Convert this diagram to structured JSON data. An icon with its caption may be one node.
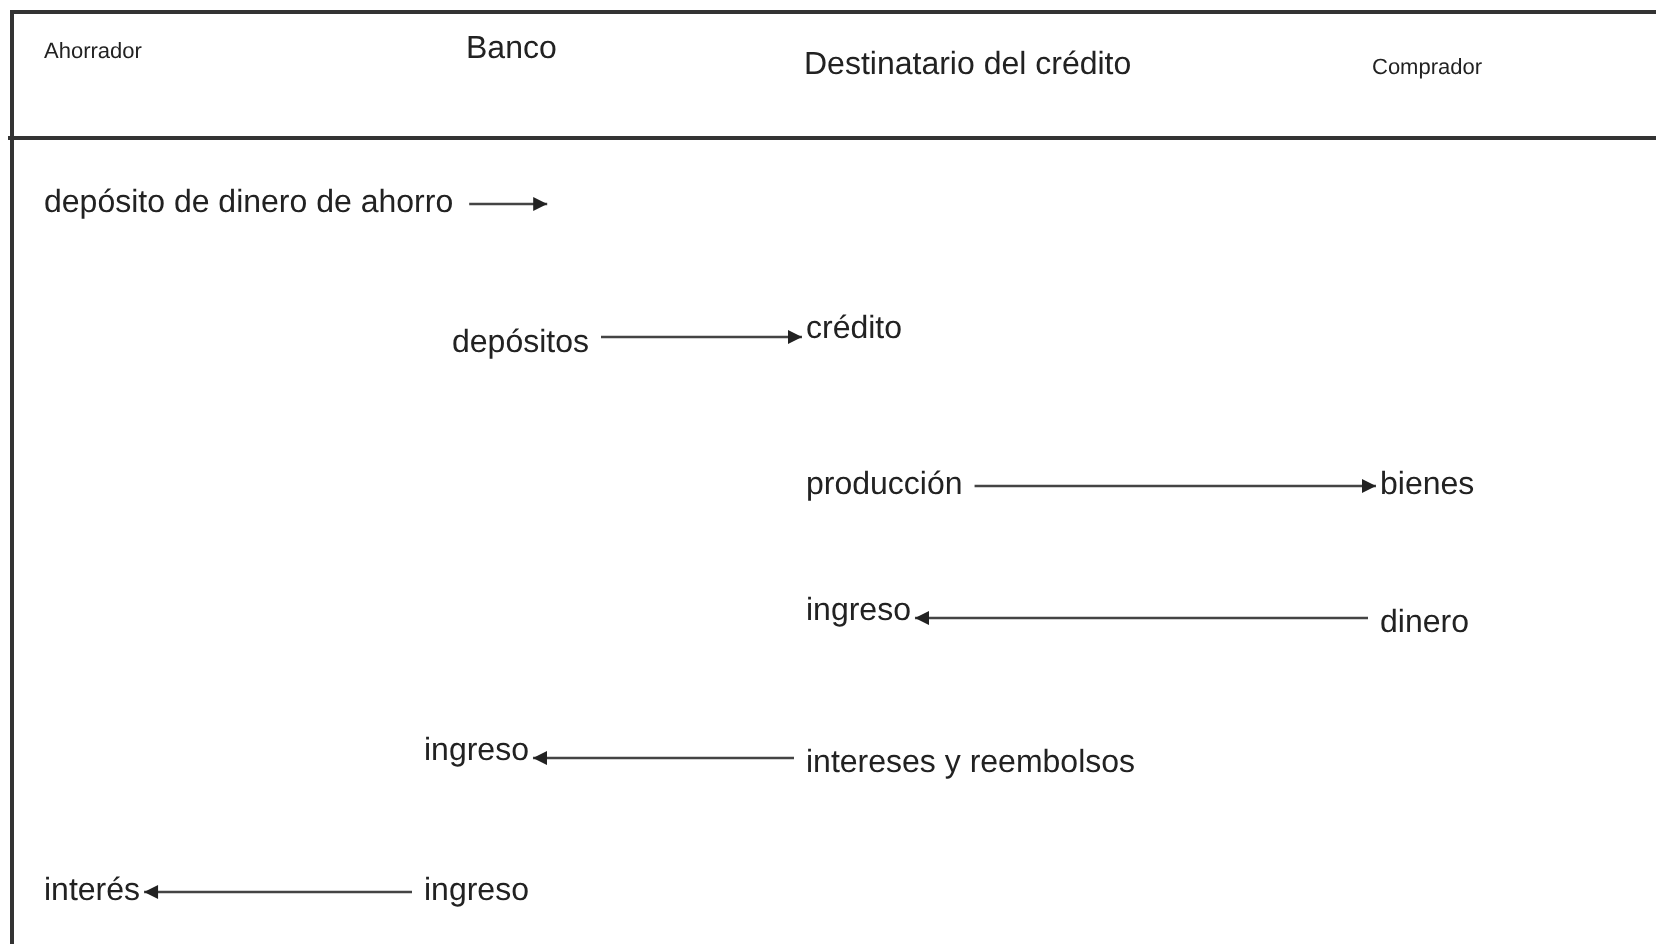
{
  "diagram": {
    "nodes": [
      {
        "text": [
          "depósito de dinero de ahorro"
        ]
      },
      {
        "text": [
          "depósitos"
        ]
      },
      {
        "text": [
          "crédito"
        ]
      },
      {
        "text": [
          "producción"
        ]
      },
      {
        "text": [
          "bienes"
        ]
      },
      {
        "text": [
          "ingreso"
        ]
      },
      {
        "text": [
          "dinero"
        ]
      },
      {
        "text": [
          "ingreso"
        ]
      },
      {
        "text": [
          "intereses y reembolsos"
        ]
      },
      {
        "text": [
          "interés"
        ]
      },
      {
        "text": [
          "ingreso"
        ]
      }
    ],
    "edges": [
      {
        "from": 0,
        "to": null,
        "arrow": "to"
      },
      {
        "from": 1,
        "to": 2,
        "arrow": "to"
      },
      {
        "from": 3,
        "to": 4,
        "arrow": "to"
      },
      {
        "from": 6,
        "to": 5,
        "arrow": "to"
      },
      {
        "from": 8,
        "to": 7,
        "arrow": "to"
      },
      {
        "from": 10,
        "to": 9,
        "arrow": "to"
      }
    ],
    "labels": [
      "Ahorrador",
      "Banco",
      "Destinatario del crédito",
      "Comprador"
    ]
  }
}
